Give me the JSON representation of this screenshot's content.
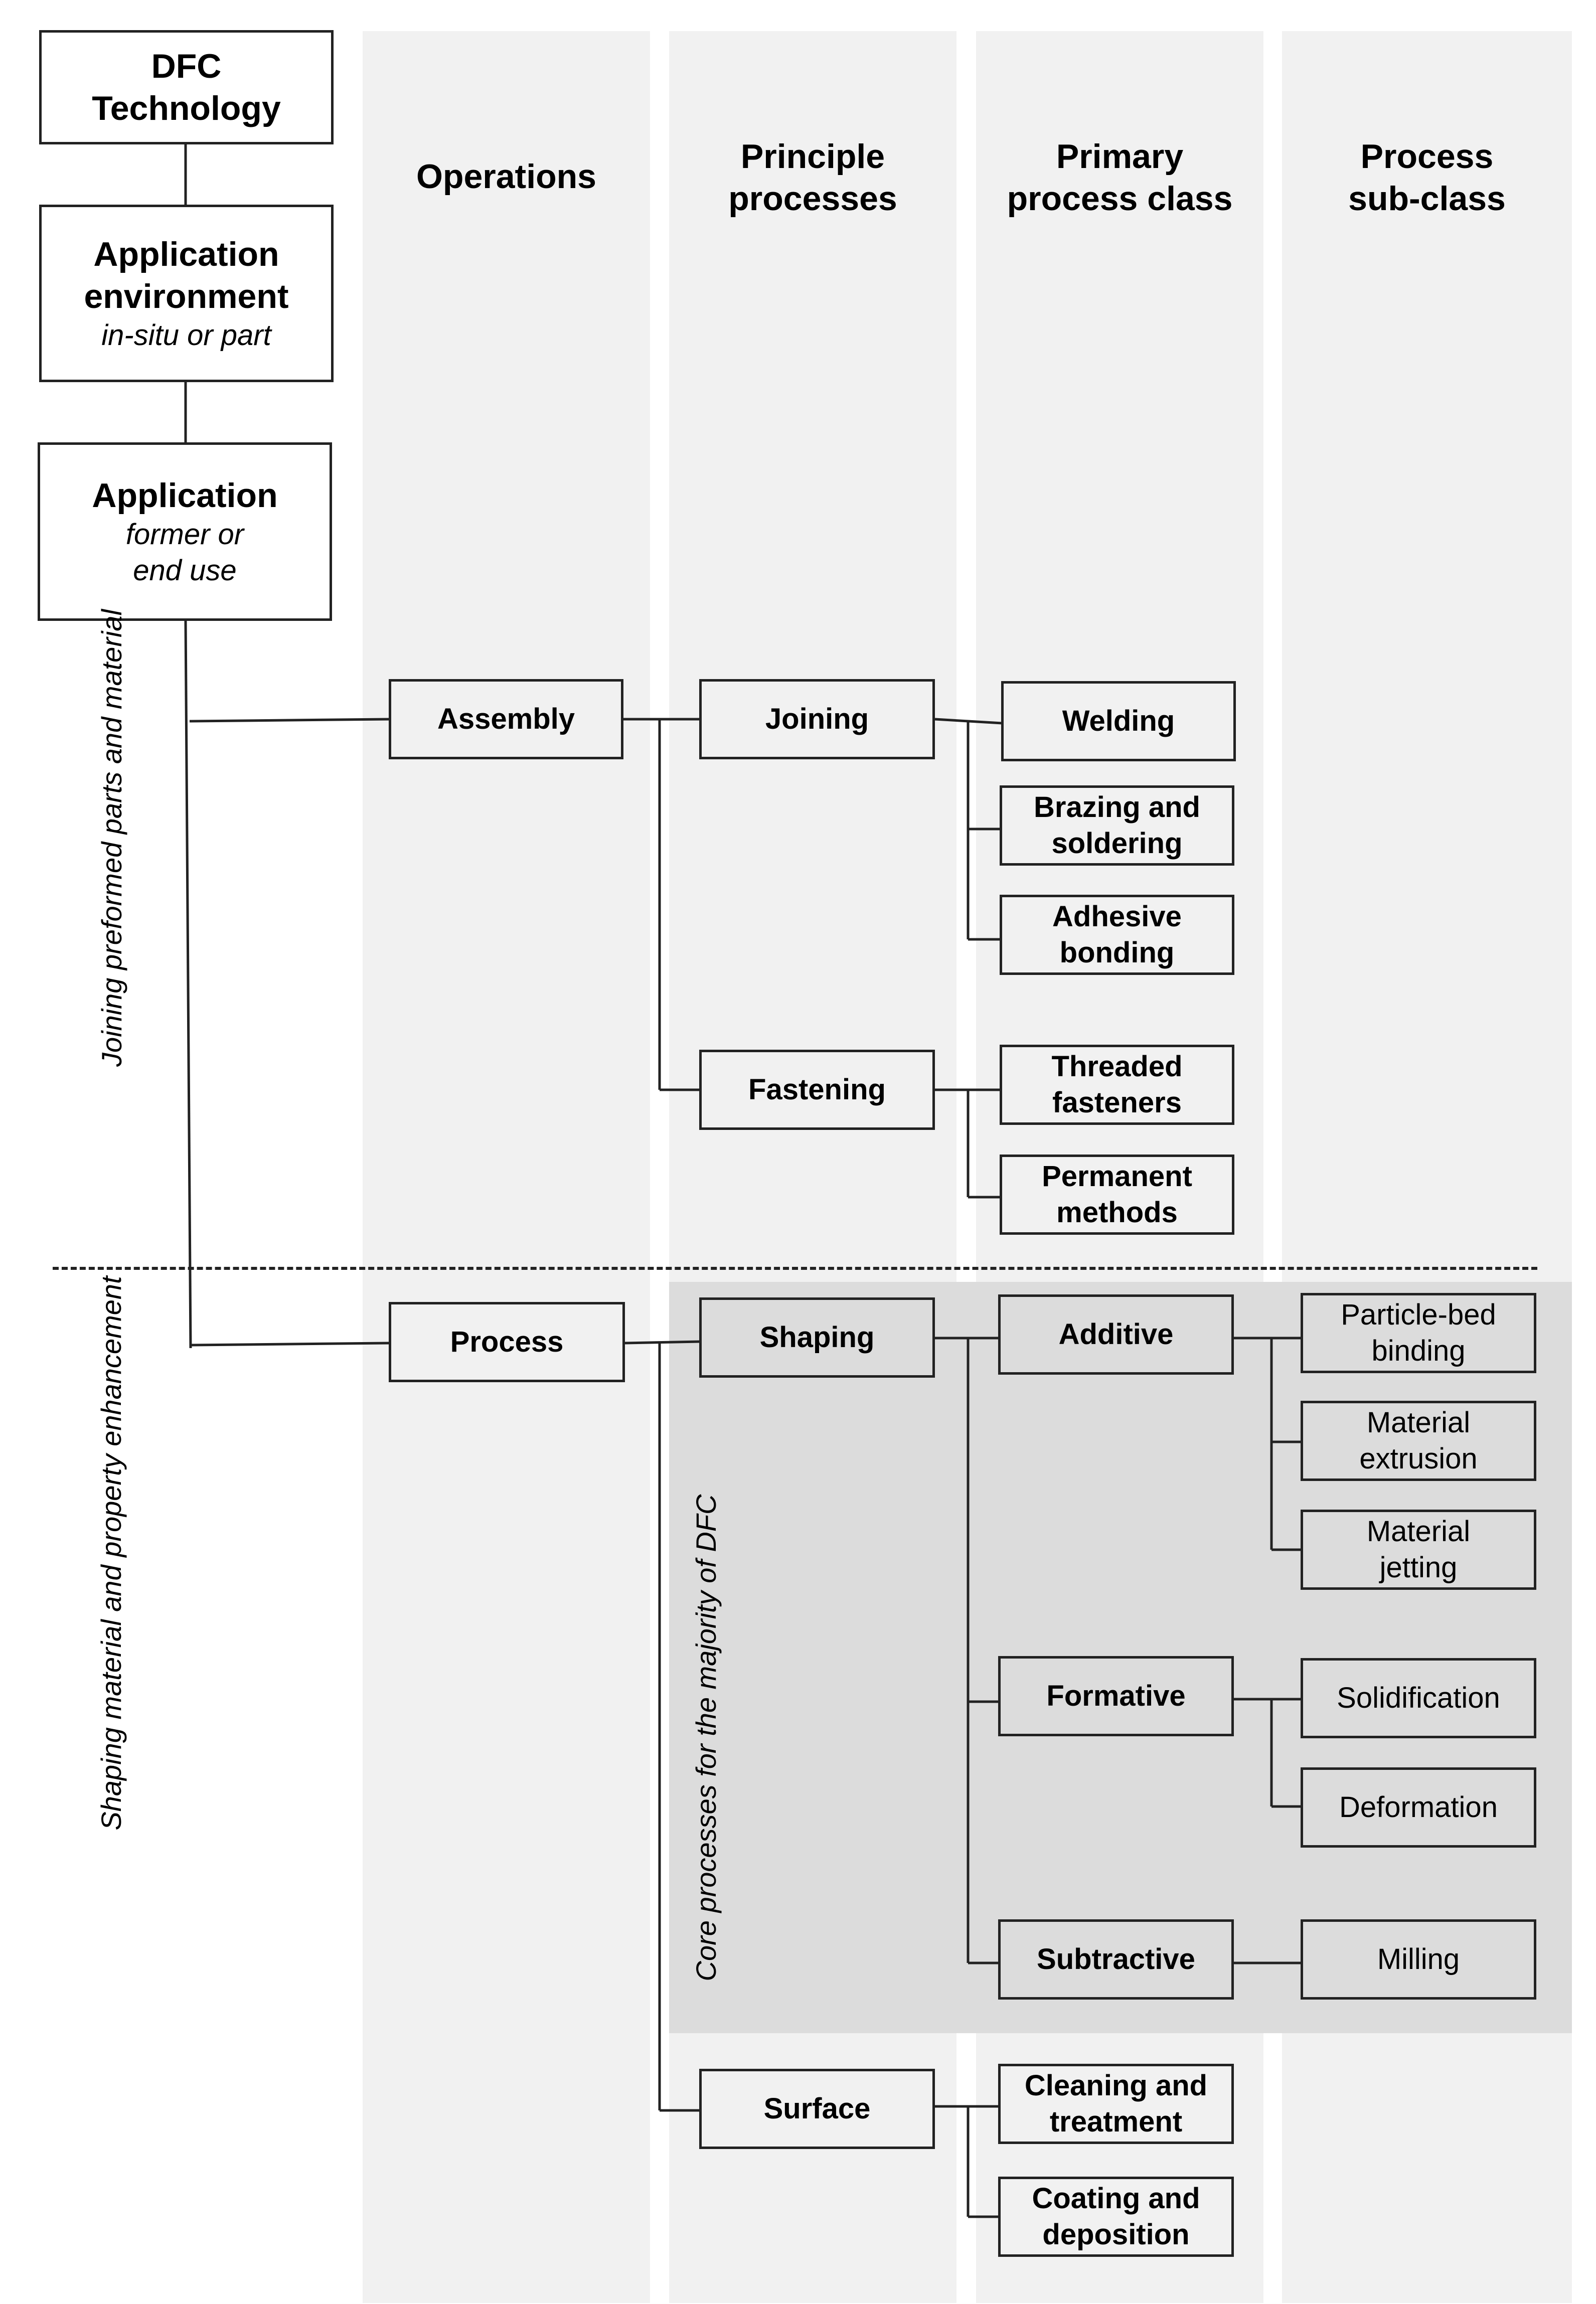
{
  "columns": {
    "operations": "Operations",
    "principle": "Principle\nprocesses",
    "primary": "Primary\nprocess class",
    "subclass": "Process\nsub-class"
  },
  "hierarchy": {
    "dfc": "DFC\nTechnology",
    "app_env_title": "Application\nenvironment",
    "app_env_sub": "in-situ or part",
    "app_title": "Application",
    "app_sub": "former or\nend use"
  },
  "side_labels": {
    "upper": "Joining preformed parts and material",
    "lower": "Shaping material and property enhancement",
    "core": "Core processes for the majority of DFC"
  },
  "operations": {
    "assembly": "Assembly",
    "process": "Process"
  },
  "principle": {
    "joining": "Joining",
    "fastening": "Fastening",
    "shaping": "Shaping",
    "surface": "Surface"
  },
  "primary": {
    "welding": "Welding",
    "brazing": "Brazing and\nsoldering",
    "adhesive": "Adhesive\nbonding",
    "threaded": "Threaded\nfasteners",
    "permanent": "Permanent\nmethods",
    "additive": "Additive",
    "formative": "Formative",
    "subtractive": "Subtractive",
    "cleaning": "Cleaning and\ntreatment",
    "coating": "Coating and\ndeposition"
  },
  "subclass": {
    "particle": "Particle-bed\nbinding",
    "extrusion": "Material\nextrusion",
    "jetting": "Material\njetting",
    "solidification": "Solidification",
    "deformation": "Deformation",
    "milling": "Milling"
  }
}
